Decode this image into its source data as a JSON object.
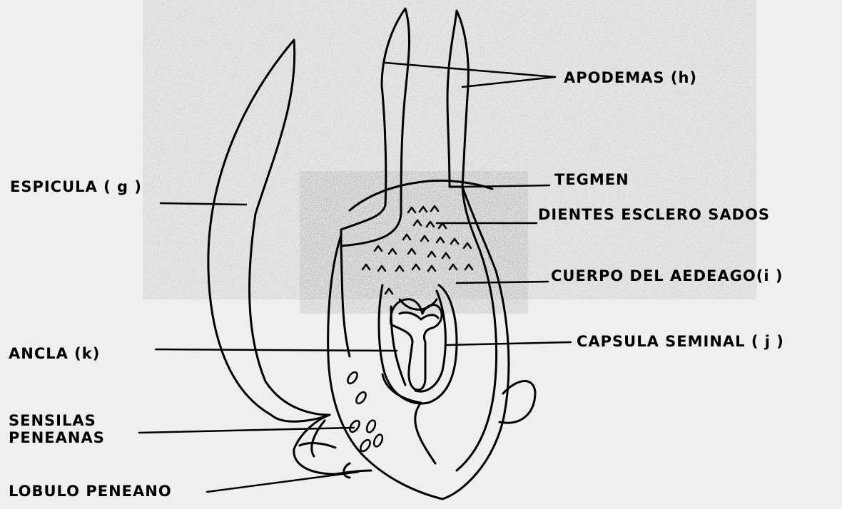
{
  "labels": {
    "apodemas": "APODEMAS (h)",
    "tegmen": "TEGMEN",
    "dientes": "DIENTES ESCLERO SADOS",
    "cuerpo": "CUERPO DEL AEDEAGO(i )",
    "capsula": "CAPSULA SEMINAL ( j )",
    "espicula": "ESPICULA ( g )",
    "ancla": "ANCLA (k)",
    "sensilas_line1": "SENSILAS",
    "sensilas_line2": "PENEANAS",
    "lobulo": "LOBULO PENEANO"
  },
  "colors": {
    "background": "#efefef",
    "ink": "#000000"
  }
}
